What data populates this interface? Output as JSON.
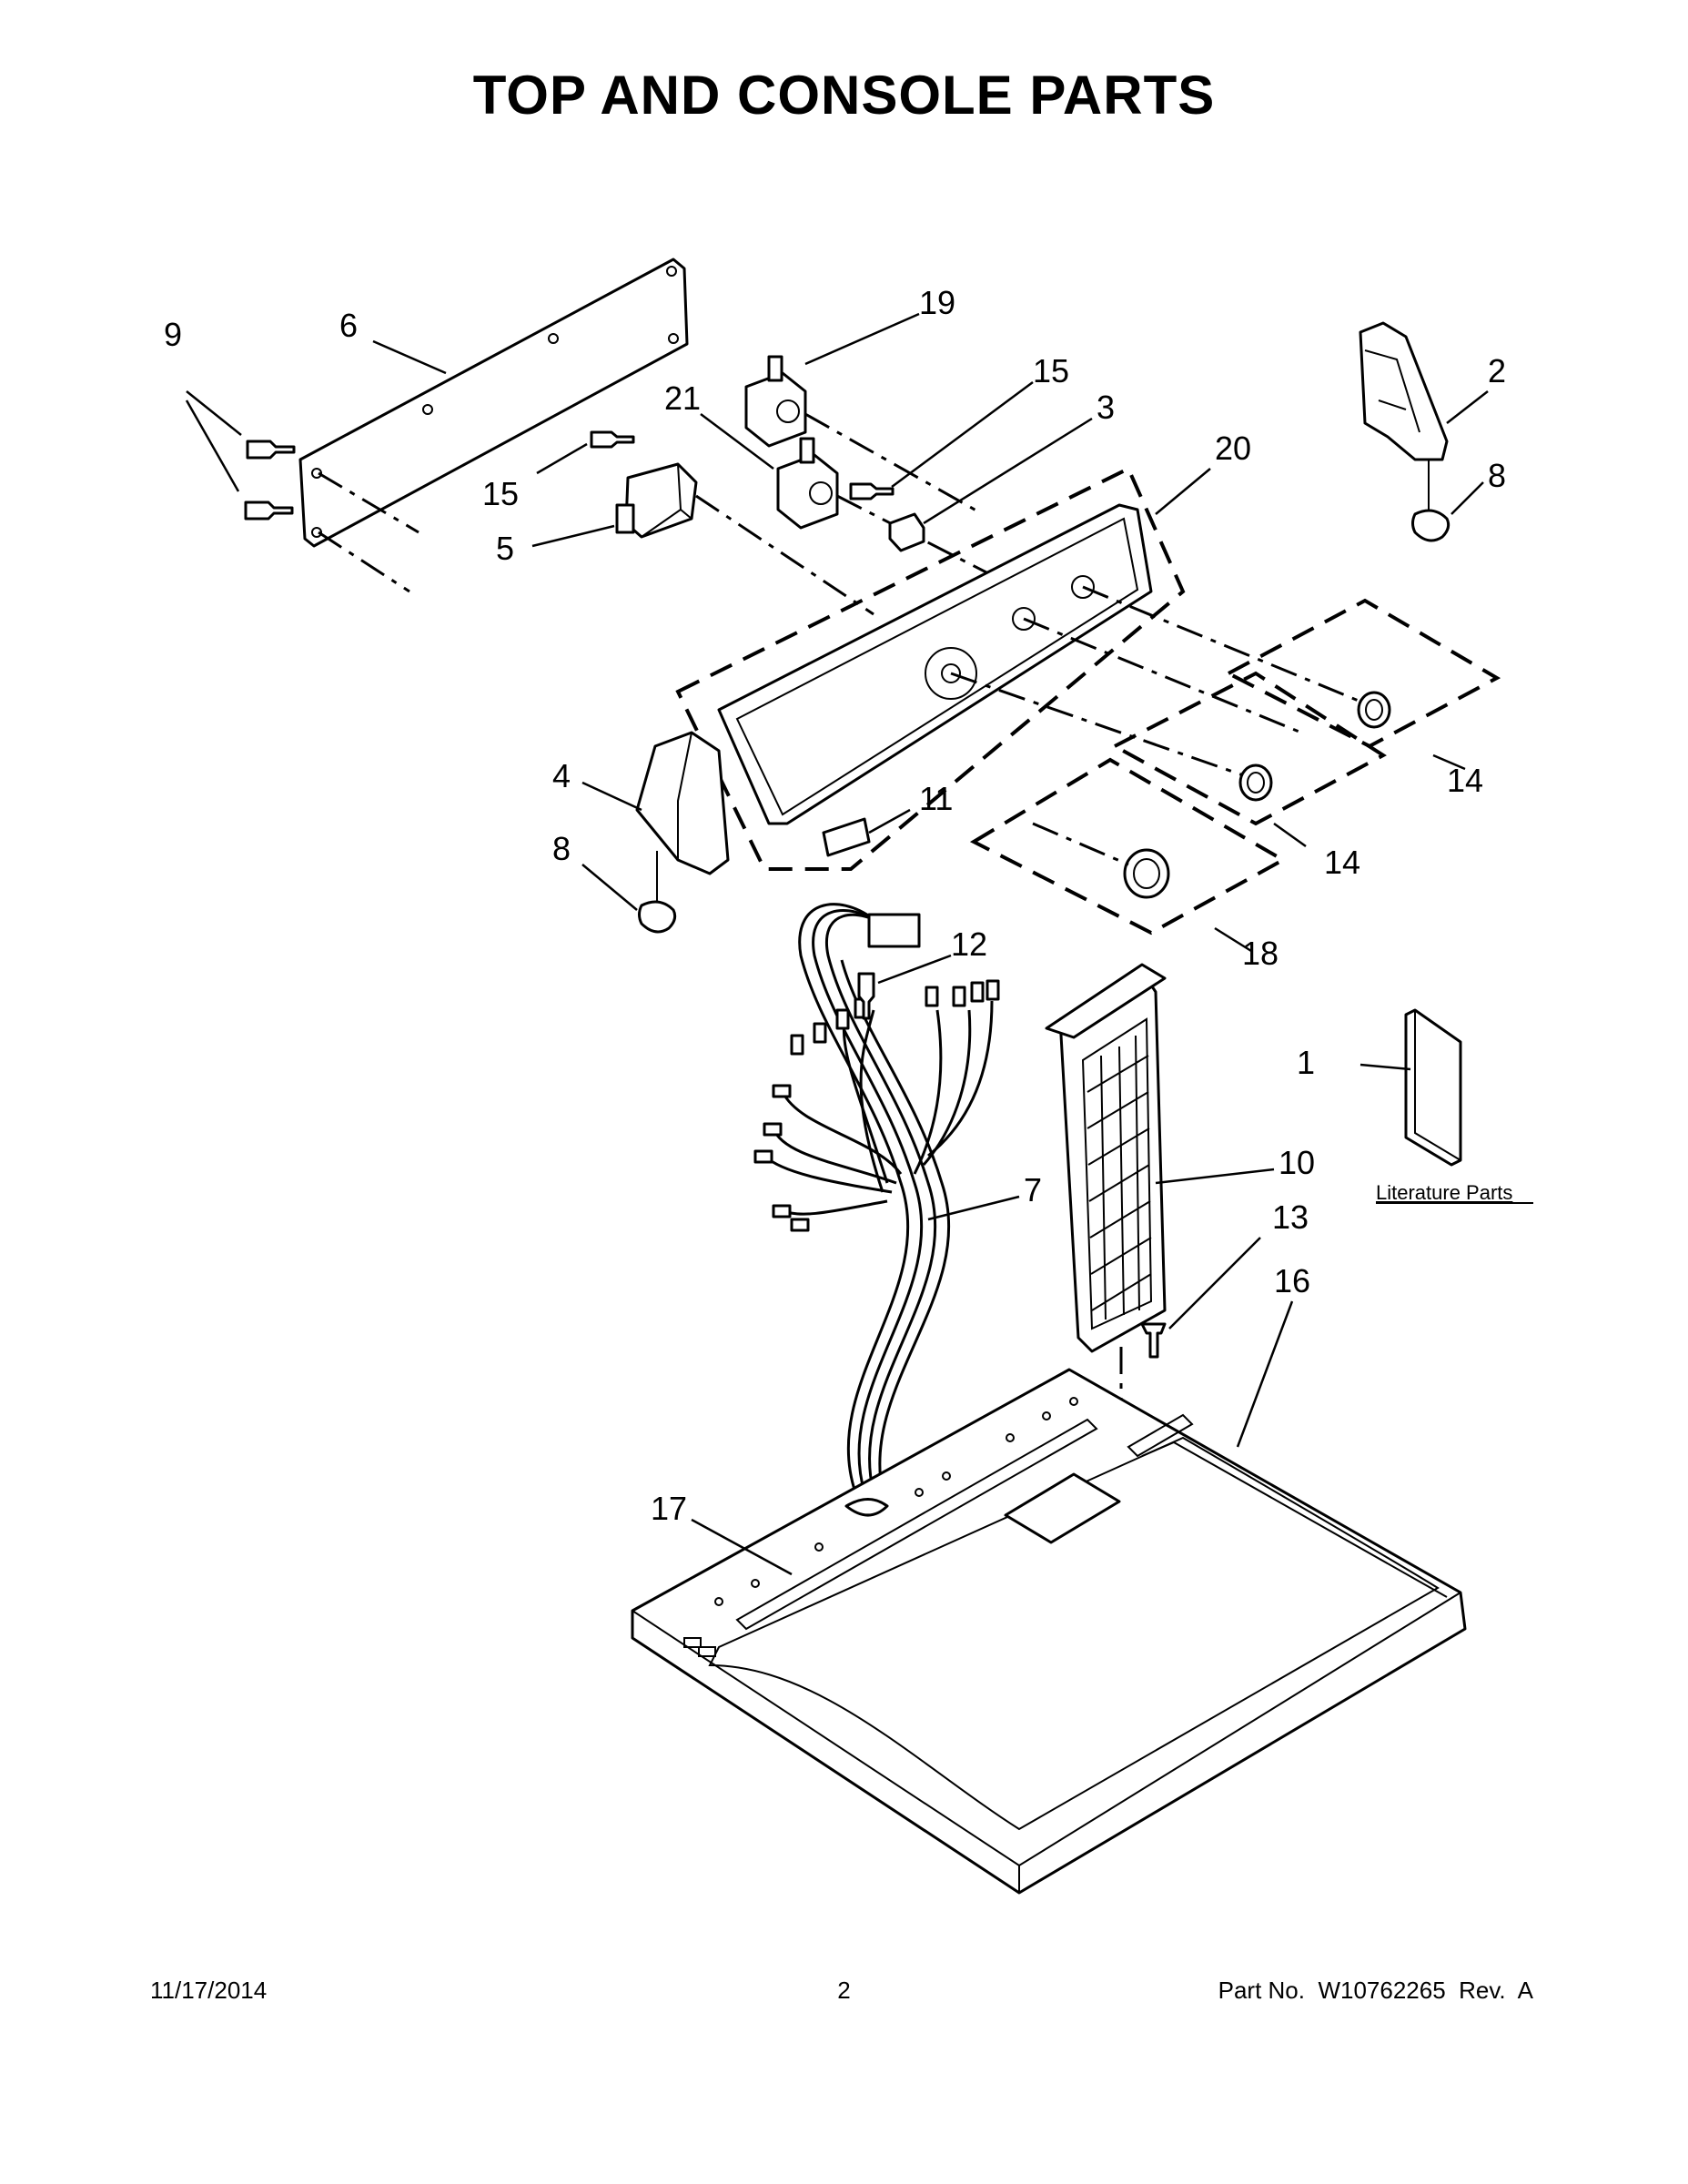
{
  "page": {
    "title": "TOP AND CONSOLE PARTS",
    "date": "11/17/2014",
    "page_number": "2",
    "part_number": "Part No.  W10762265  Rev.  A"
  },
  "literature_label": "Literature Parts",
  "callouts": {
    "c1": "1",
    "c2": "2",
    "c3": "3",
    "c4": "4",
    "c5": "5",
    "c6": "6",
    "c7": "7",
    "c8a": "8",
    "c8b": "8",
    "c9": "9",
    "c10": "10",
    "c11": "11",
    "c12": "12",
    "c13": "13",
    "c14a": "14",
    "c14b": "14",
    "c15a": "15",
    "c15b": "15",
    "c16": "16",
    "c17": "17",
    "c18": "18",
    "c19": "19",
    "c20": "20",
    "c21": "21"
  }
}
